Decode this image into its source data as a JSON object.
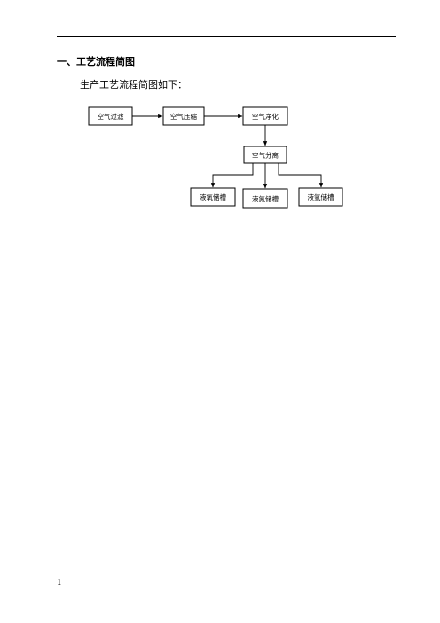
{
  "section": {
    "heading": "一、工艺流程简图",
    "intro": "生产工艺流程简图如下："
  },
  "flowchart": {
    "nodes": {
      "air_filter": "空气过滤",
      "air_compress": "空气压缩",
      "air_purify": "空气净化",
      "air_separate": "空气分离",
      "tank_left": "液氧储槽",
      "tank_middle": "液氮储槽",
      "tank_right": "液氩储槽"
    }
  },
  "footer": {
    "page_number": "1"
  }
}
